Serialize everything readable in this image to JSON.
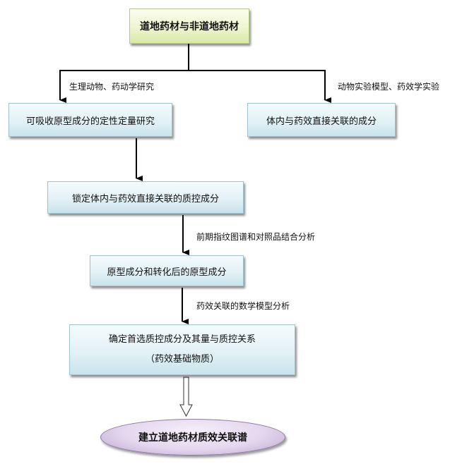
{
  "nodes": {
    "top": "道地药材与非道地药材",
    "left_box": "可吸收原型成分的定性定量研究",
    "right_box": "体内与药效直接关联的成分",
    "lock_box": "锁定体内与药效直接关联的质控成分",
    "prototype_box": "原型成分和转化后的原型成分",
    "determine_box_line1": "确定首选质控成分及其量与质控关系",
    "determine_box_line2": "（药效基础物质）",
    "final": "建立道地药材质效关联谱"
  },
  "labels": {
    "left_branch": "生理动物、药动学研究",
    "right_branch": "动物实验模型、药效学实验",
    "fingerprint": "前期指纹图谱和对照品结合分析",
    "math_model": "药效关联的数学模型分析"
  },
  "colors": {
    "box_border": "#9cc3cf",
    "top_fill": "#eef5cf",
    "final_fill": "#e4d6ee",
    "arrow": "#000000"
  }
}
